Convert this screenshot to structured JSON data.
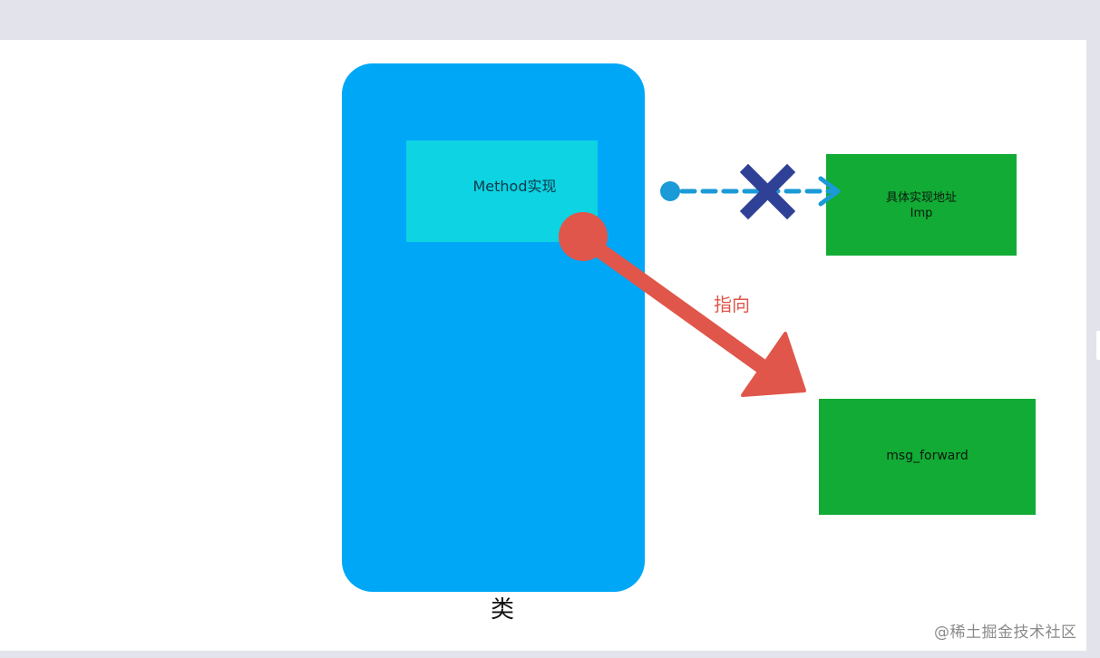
{
  "diagram": {
    "class_label": "类",
    "method_label": "Method实现",
    "imp_label_line1": "具体实现地址",
    "imp_label_line2": "Imp",
    "forward_label": "msg_forward",
    "arrow_label": "指向",
    "watermark": "@稀土掘金技术社区"
  },
  "colors": {
    "class_box": "#00a7f7",
    "method_box": "#0dd3e2",
    "target_box": "#12ab35",
    "pointer_arrow": "#e0564a",
    "dashed_arrow": "#1a9ad6",
    "cross_mark": "#2f4196",
    "background": "#e3e3eb"
  },
  "edges": [
    {
      "from": "method",
      "to": "imp",
      "style": "dashed",
      "state": "blocked"
    },
    {
      "from": "method",
      "to": "msg_forward",
      "style": "solid",
      "label": "指向"
    }
  ]
}
